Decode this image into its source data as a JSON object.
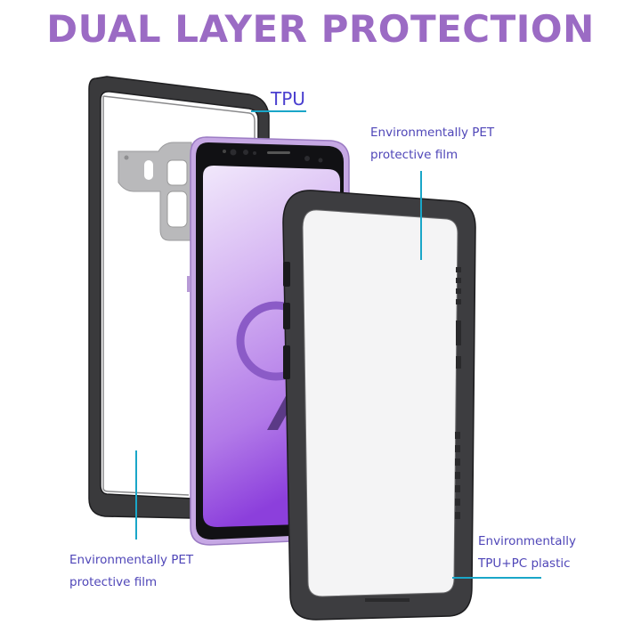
{
  "title": "DUAL LAYER PROTECTION",
  "colors": {
    "title": "#9b6bc4",
    "label_text": "#4f46b8",
    "callout_line": "#1aa6c8",
    "phone_body": "#b79ad6",
    "screen_top": "#e9dcf7",
    "screen_bottom": "#9a4fe0",
    "case_frame": "#3b3b3d"
  },
  "labels": {
    "tpu": "TPU",
    "top_right_line1": "Environmentally PET",
    "top_right_line2": "protective film",
    "bottom_left_line1": "Environmentally PET",
    "bottom_left_line2": "protective film",
    "bottom_right_line1": "Environmentally",
    "bottom_right_line2": "TPU+PC plastic"
  },
  "images": {
    "back_frame": "tpu-back-frame",
    "phone": "smartphone-galaxy-s9",
    "front_frame": "front-pc-frame",
    "logo_glyph": "9"
  }
}
